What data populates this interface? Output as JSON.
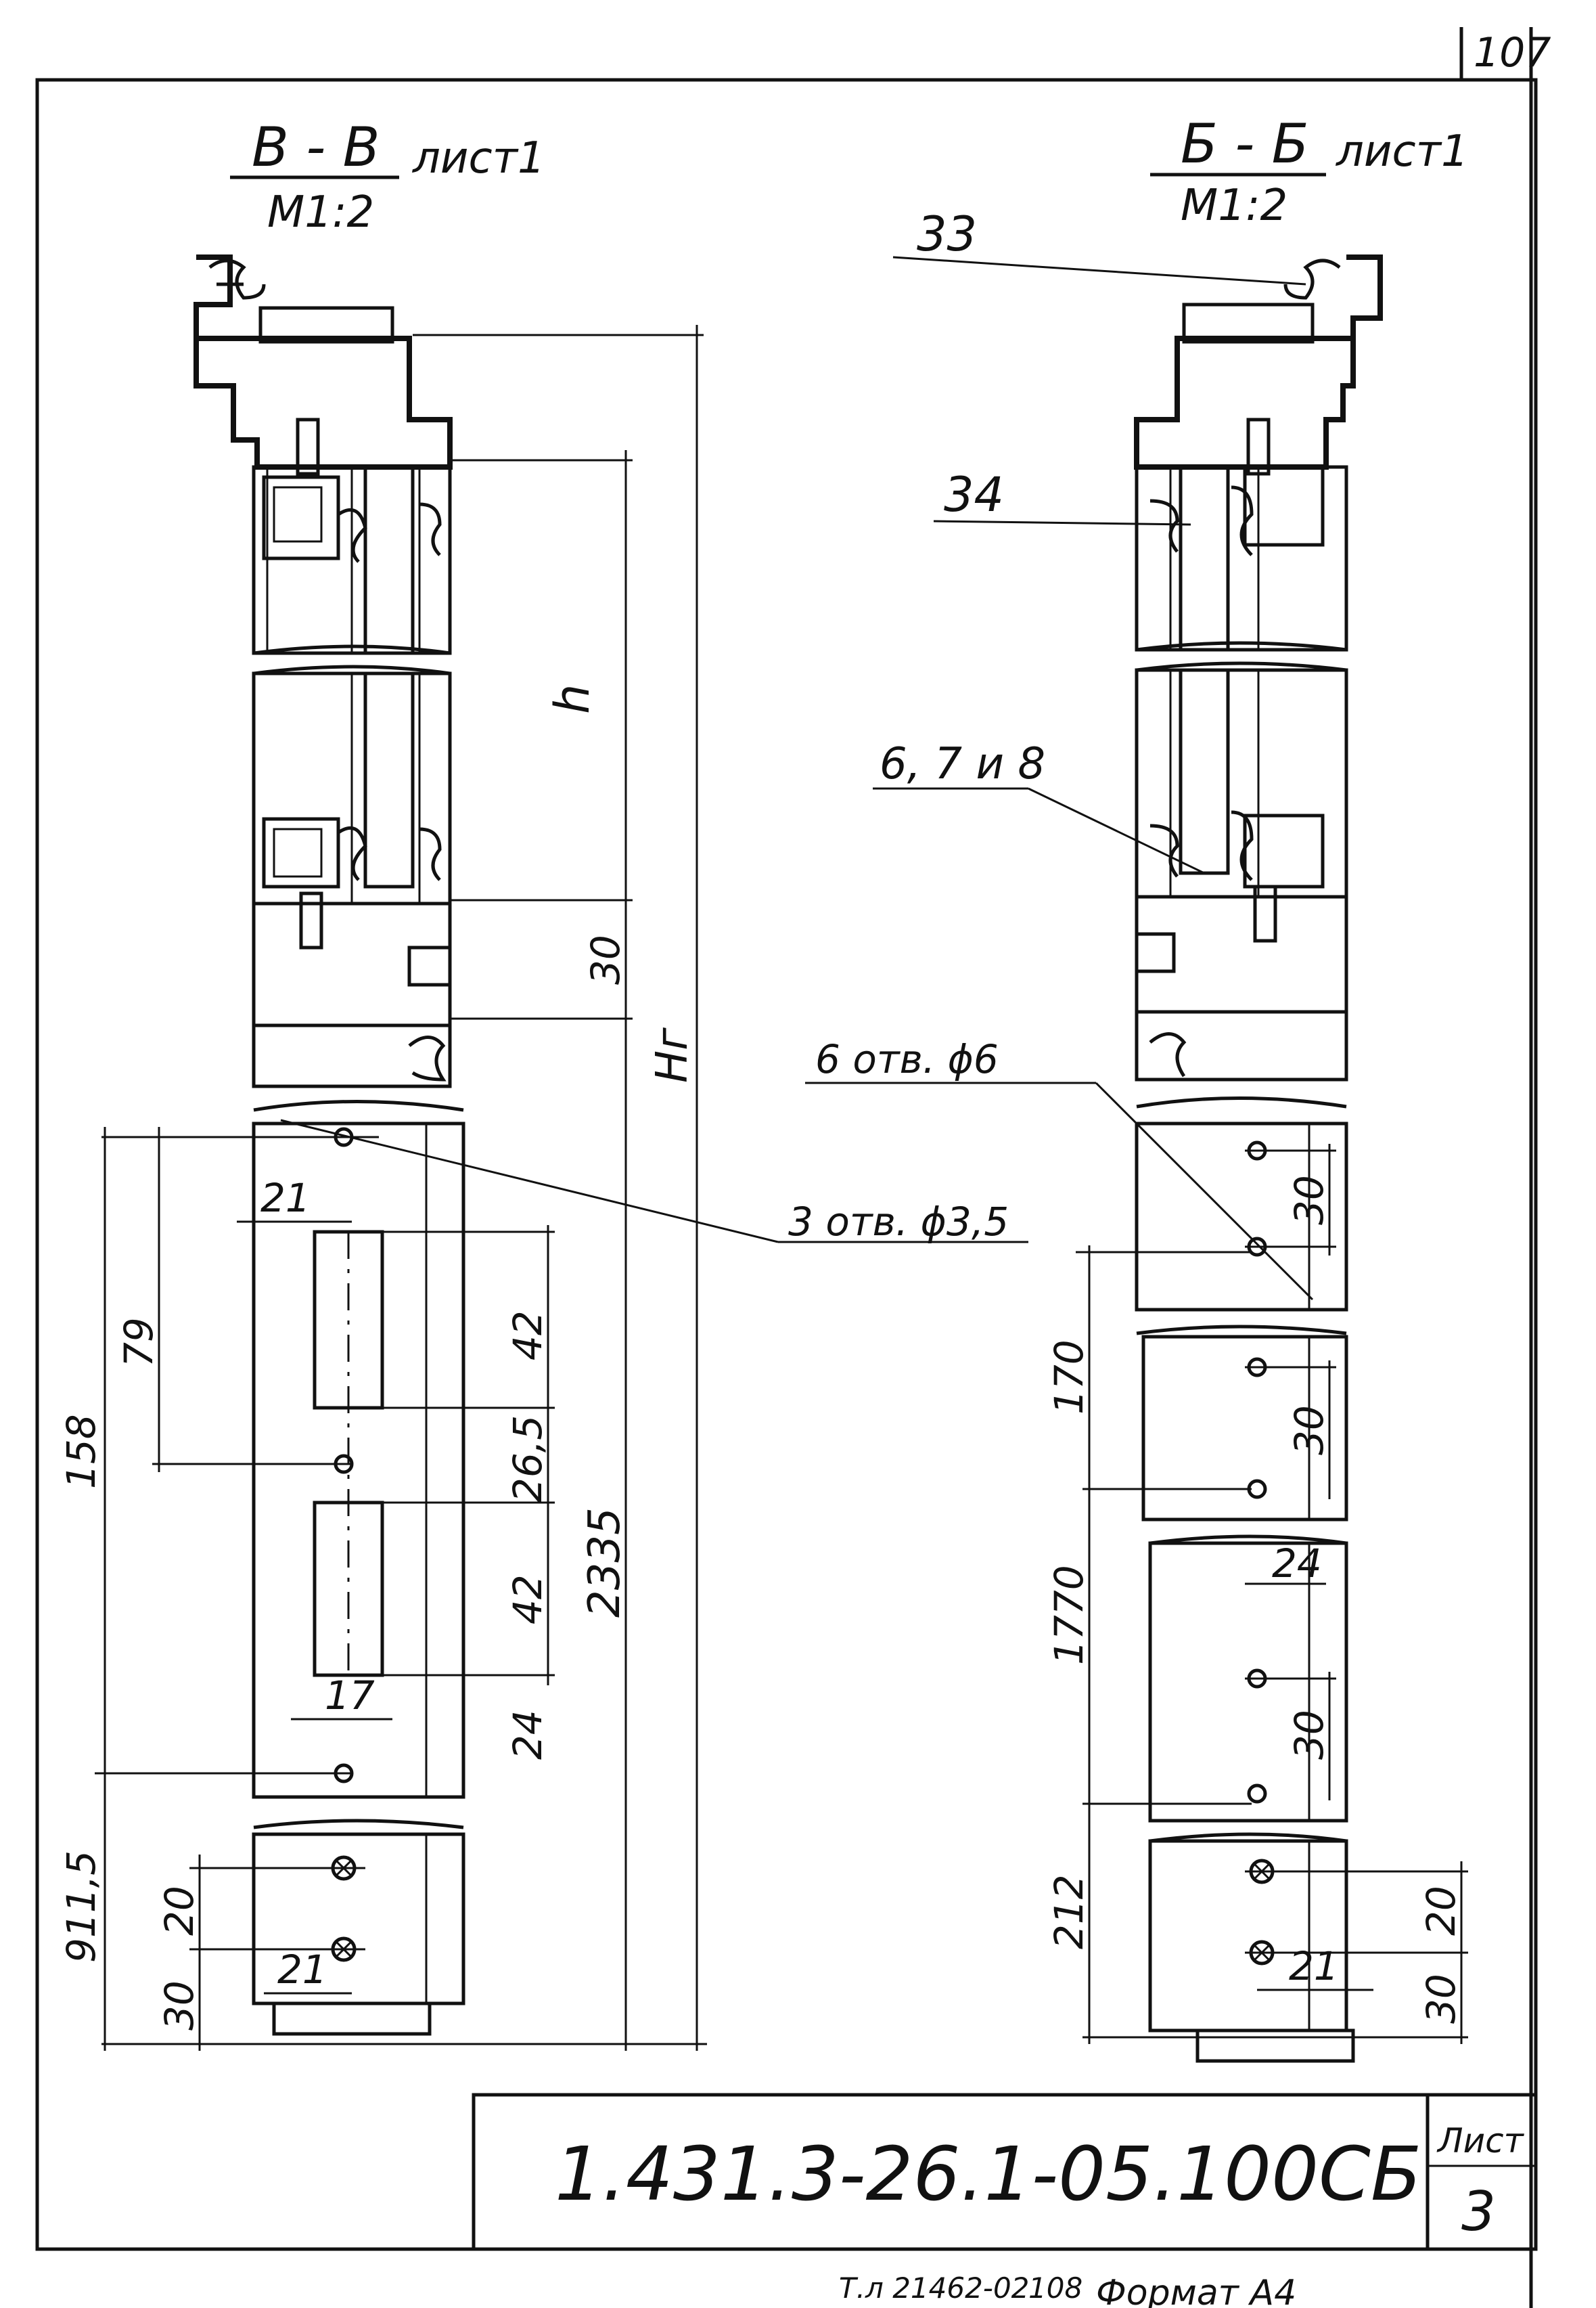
{
  "sheet": {
    "page_number": "107",
    "drawing_code": "1.431.3-26.1-05.100СБ",
    "sheet_label": "Лист",
    "sheet_number": "3",
    "footer_inventory": "Т.л 21462-02",
    "footer_copy": "108",
    "footer_format": "Формат А4"
  },
  "section_left": {
    "title": "В - В",
    "sheet_ref": "лист1",
    "scale": "М1:2"
  },
  "section_right": {
    "title": "Б - Б",
    "sheet_ref": "лист1",
    "scale": "М1:2"
  },
  "callouts": {
    "c33": "33",
    "c34": "34",
    "c678": "6, 7 и 8",
    "holes6": "6 отв. ϕ6",
    "holes35": "3 отв. ϕ3,5"
  },
  "dims_left": {
    "h": "h",
    "d30": "30",
    "hg": "Нг",
    "d2335": "2335",
    "d21a": "21",
    "d79": "79",
    "d158": "158",
    "d42a": "42",
    "d265": "26,5",
    "d42b": "42",
    "d17": "17",
    "d24": "24",
    "d9115": "911,5",
    "d20": "20",
    "d30b": "30",
    "d21b": "21"
  },
  "dims_right": {
    "d30a": "30",
    "d170": "170",
    "d30b": "30",
    "d24": "24",
    "d1770": "1770",
    "d30c": "30",
    "d212": "212",
    "d20": "20",
    "d30d": "30",
    "d21": "21"
  }
}
